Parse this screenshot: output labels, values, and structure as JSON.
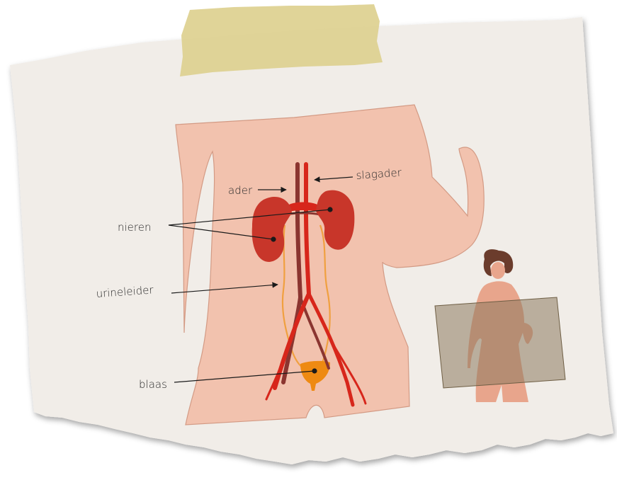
{
  "labels": {
    "ader": "ader",
    "slagader": "slagader",
    "nieren": "nieren",
    "urineleider": "urineleider",
    "blaas": "blaas"
  },
  "colors": {
    "paper": "#f1ede8",
    "tape": "#ddd08f",
    "skin": "#f2c2ae",
    "skin_outline": "#d39a84",
    "kidney": "#c8362a",
    "artery": "#d7261b",
    "vein": "#8b3530",
    "ureter": "#f0a040",
    "bladder": "#ee8a12",
    "leader_line": "#1a1a1a"
  },
  "icons": {
    "thumbnail": "woman-figure-thumbnail"
  }
}
